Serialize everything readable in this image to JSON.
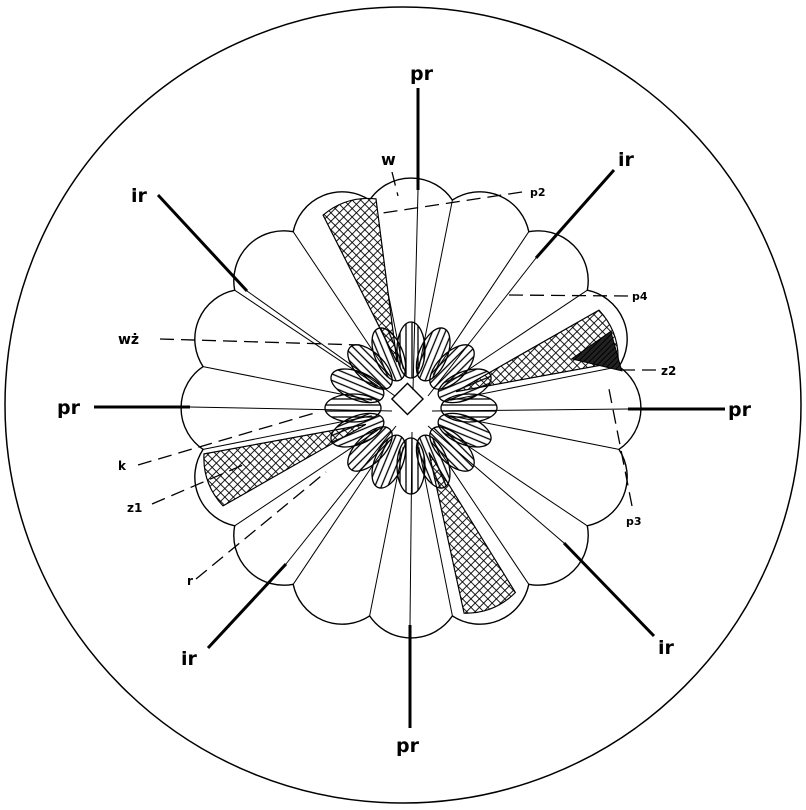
{
  "figure": {
    "radial_labels": {
      "pr_top": "pr",
      "pr_right": "pr",
      "pr_bottom": "pr",
      "pr_left": "pr",
      "ir_top_right": "ir",
      "ir_top_left": "ir",
      "ir_bottom_right": "ir",
      "ir_bottom_left": "ir"
    },
    "leader_labels": {
      "w": "w",
      "p2": "p2",
      "p4": "p4",
      "z2": "z2",
      "p3": "p3",
      "wz": "wż",
      "k": "k",
      "z1": "z1",
      "r": "r"
    },
    "colors": {
      "ink": "#000000",
      "background": "#ffffff"
    }
  }
}
